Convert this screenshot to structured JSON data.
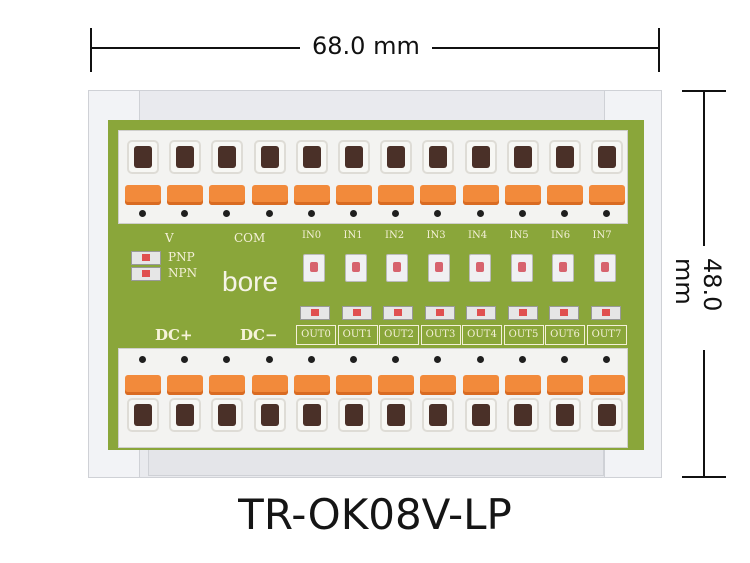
{
  "dimensions": {
    "width_label": "68.0 mm",
    "height_label": "48.0 mm"
  },
  "board": {
    "brand": "bore",
    "mode_labels": [
      "PNP",
      "NPN"
    ],
    "top_group_labels": [
      "V",
      "COM"
    ],
    "input_labels": [
      "IN0",
      "IN1",
      "IN2",
      "IN3",
      "IN4",
      "IN5",
      "IN6",
      "IN7"
    ],
    "bottom_group_labels": [
      "DC+",
      "DC−"
    ],
    "output_labels": [
      "OUT0",
      "OUT1",
      "OUT2",
      "OUT3",
      "OUT4",
      "OUT5",
      "OUT6",
      "OUT7"
    ],
    "terminal_count_per_row": 12
  },
  "product": {
    "model": "TR-OK08V-LP"
  },
  "colors": {
    "pcb": "#8aa63a",
    "lever": "#f28a3b",
    "housing": "#e9eaee"
  }
}
